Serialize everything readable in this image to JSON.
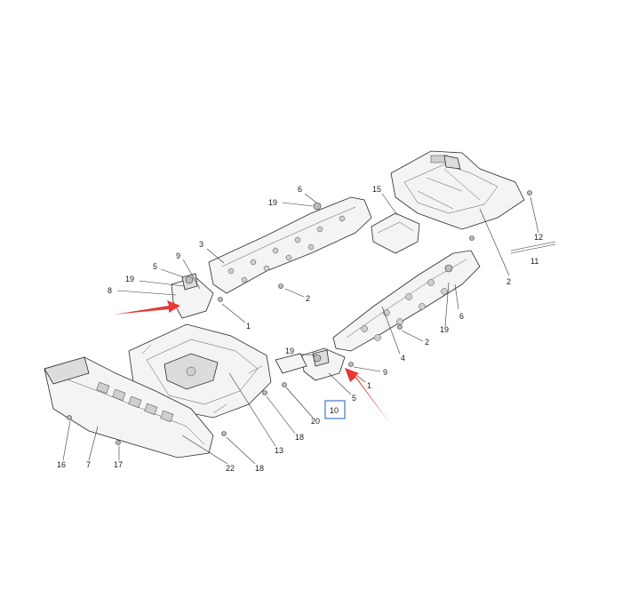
{
  "diagram": {
    "callouts": [
      "1",
      "2",
      "3",
      "4",
      "5",
      "6",
      "7",
      "8",
      "9",
      "10",
      "11",
      "12",
      "13",
      "15",
      "16",
      "17",
      "18",
      "19",
      "20",
      "22"
    ],
    "highlighted_callout": "10",
    "colors": {
      "arrow": "#e53935",
      "highlight_box": "#3d78c2",
      "line": "#2a2a2a"
    },
    "labels": {
      "c19a": "19",
      "c6a": "6",
      "c15": "15",
      "c3": "3",
      "c9a": "9",
      "c5a": "5",
      "c19b": "19",
      "c8": "8",
      "c2a": "2",
      "c1a": "1",
      "c12": "12",
      "c11": "11",
      "c2b": "2",
      "c6b": "6",
      "c19c": "19",
      "c2c": "2",
      "c4": "4",
      "c19d": "19",
      "c9b": "9",
      "c1b": "1",
      "c5b": "5",
      "c10": "10",
      "c20": "20",
      "c18a": "18",
      "c13": "13",
      "c18b": "18",
      "c22": "22",
      "c16": "16",
      "c7": "7",
      "c17": "17"
    }
  }
}
